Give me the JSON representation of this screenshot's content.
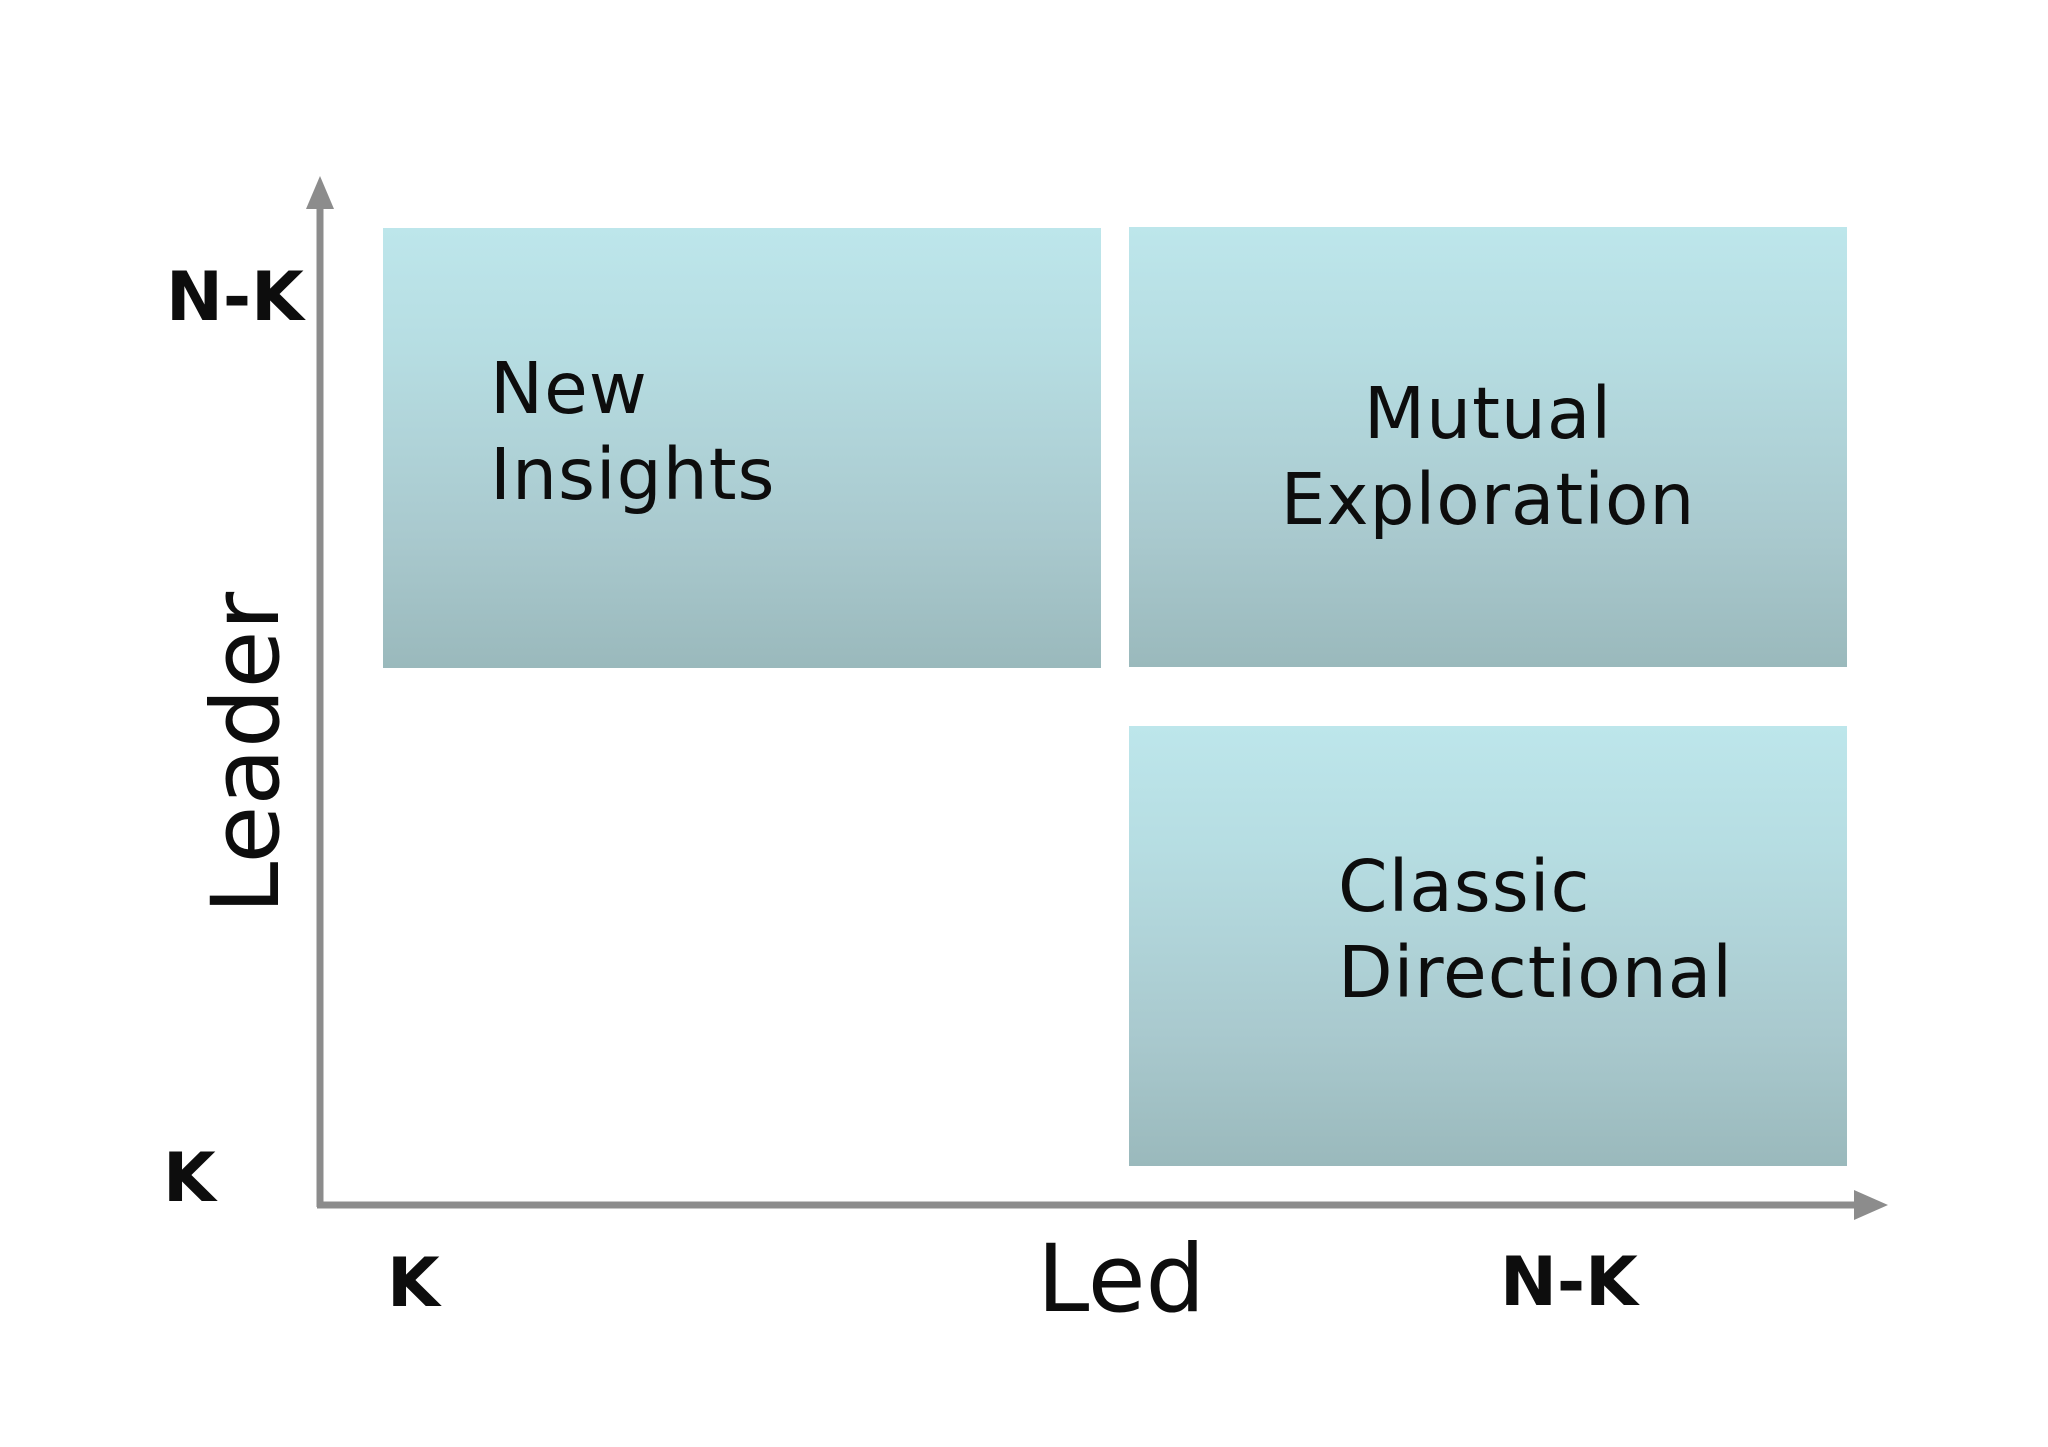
{
  "quadrants": {
    "new_insights": {
      "line1": "New",
      "line2": "Insights"
    },
    "mutual_exploration": {
      "line1": "Mutual",
      "line2": "Exploration"
    },
    "classic_directional": {
      "line1": "Classic",
      "line2": "Directional"
    }
  },
  "y_axis": {
    "title": "Leader",
    "tick_high": "N-K",
    "tick_low": "K"
  },
  "x_axis": {
    "title": "Led",
    "tick_low": "K",
    "tick_high": "N-K"
  },
  "colors": {
    "quadrant_top": "#bde6eb",
    "quadrant_bottom": "#9ab9bc",
    "axis": "#8c8c8c",
    "text": "#0d0d0d"
  }
}
